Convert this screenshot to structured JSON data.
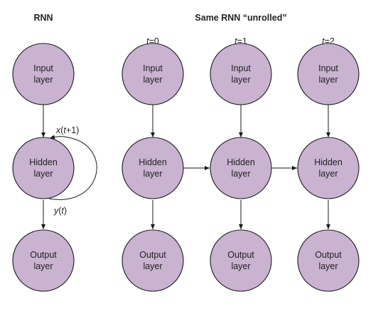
{
  "headers": {
    "rnn": "RNN",
    "unrolled": "Same RNN “unrolled”"
  },
  "timesteps": [
    "t=0",
    "t=1",
    "t=2"
  ],
  "node_lines": {
    "input": [
      "Input",
      "layer"
    ],
    "hidden": [
      "Hidden",
      "layer"
    ],
    "output": [
      "Output",
      "layer"
    ]
  },
  "loop_labels": {
    "in": "x(t+1)",
    "out": "y(t)"
  },
  "colors": {
    "node_fill": "#c9b3d1",
    "stroke": "#1a1a1a"
  }
}
